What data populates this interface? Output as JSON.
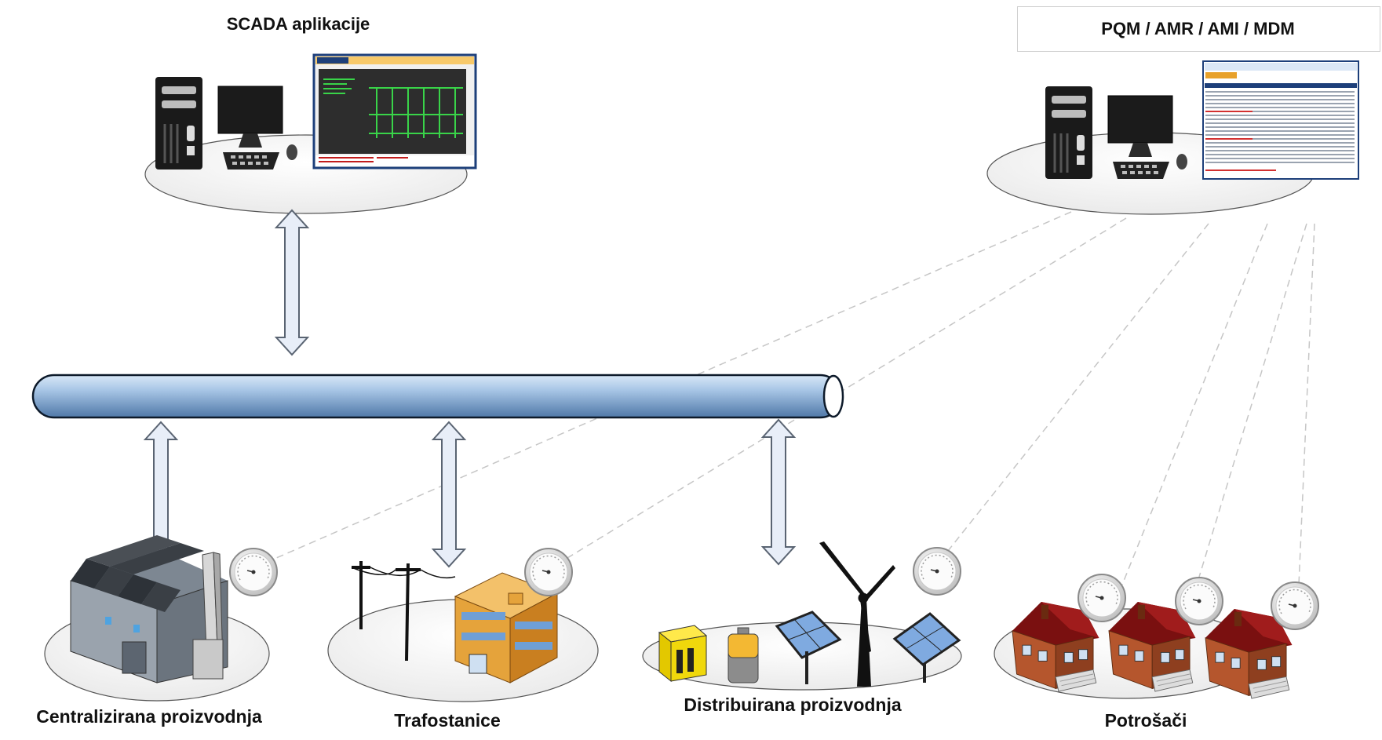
{
  "titles": {
    "scada": "SCADA aplikacije",
    "pqm": "PQM / AMR / AMI / MDM"
  },
  "nodes": {
    "central": "Centralizirana proizvodnja",
    "trafo": "Trafostanice",
    "distrib": "Distribuirana proizvodnja",
    "potrosaci": "Potrošači"
  },
  "scada_screen": {
    "window_title": "Upravljački sustav (SCADA)",
    "panel_title": "TS Referentna 110/20 kV"
  },
  "colors": {
    "bus_fill": "#8fb4dc",
    "bus_stroke": "#0d1a2a",
    "arrow_fill": "#e8eef8",
    "arrow_stroke": "#5a6472",
    "dash_line": "#c6c6c6",
    "roof": "#8a1818",
    "walls": "#b5562d",
    "building": "#e5a33b",
    "panel_blue": "#7faae0"
  }
}
